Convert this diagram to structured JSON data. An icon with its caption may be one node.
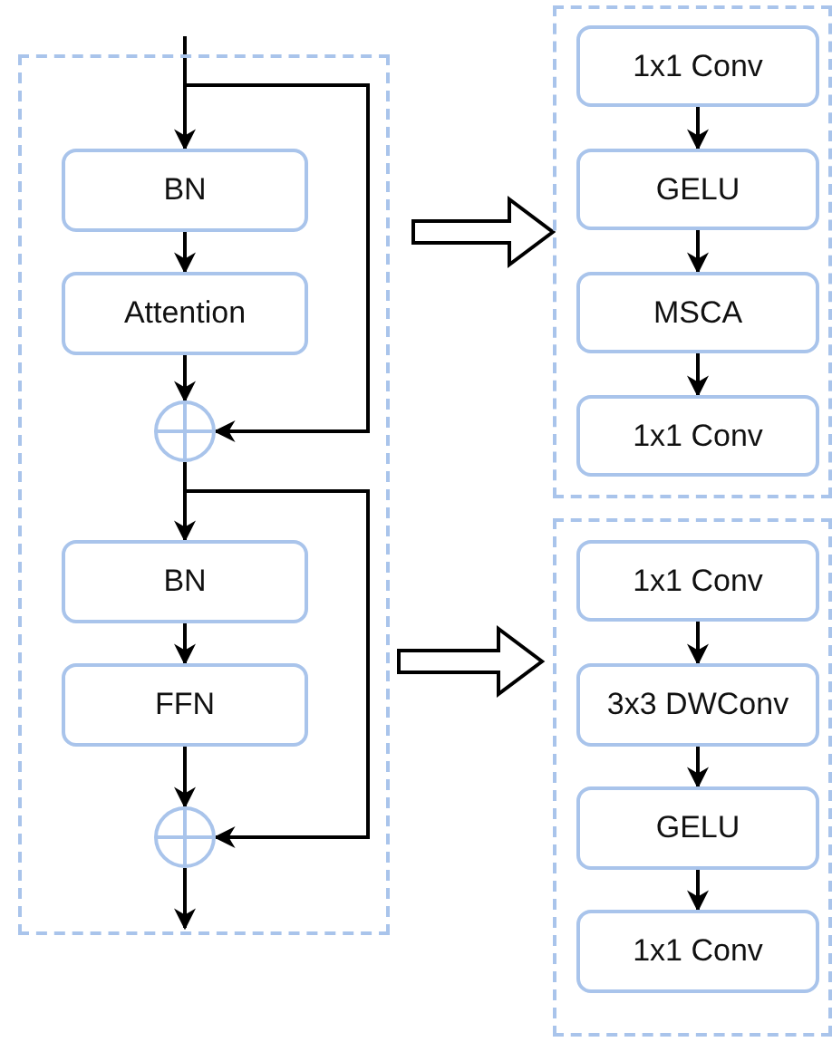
{
  "diagram": {
    "nodes": [
      {
        "text": [],
        "shape": "box"
      },
      {
        "text": [
          "BN"
        ],
        "in": 0
      },
      {
        "text": [
          "Attention"
        ],
        "in": 0
      },
      {
        "text": [],
        "shape": "circle",
        "in": 0
      },
      {
        "text": [
          "BN"
        ],
        "in": 0
      },
      {
        "text": [
          "FFN"
        ],
        "in": 0
      },
      {
        "text": [],
        "shape": "circle",
        "in": 0
      },
      {
        "text": [],
        "shape": "box"
      },
      {
        "text": [
          "1x1 Conv"
        ],
        "in": 7
      },
      {
        "text": [
          "GELU"
        ],
        "in": 7
      },
      {
        "text": [
          "MSCA"
        ],
        "in": 7
      },
      {
        "text": [
          "1x1 Conv"
        ],
        "in": 7
      },
      {
        "text": [],
        "shape": "box"
      },
      {
        "text": [
          "1x1 Conv"
        ],
        "in": 12
      },
      {
        "text": [
          "3x3 DWConv"
        ],
        "in": 12
      },
      {
        "text": [
          "GELU"
        ],
        "in": 12
      },
      {
        "text": [
          "1x1 Conv"
        ],
        "in": 12
      }
    ],
    "edges": [
      {
        "from": null,
        "to": 1,
        "arrow": "to"
      },
      {
        "from": 1,
        "to": 2,
        "arrow": "to"
      },
      {
        "from": 2,
        "to": 3,
        "arrow": "to"
      },
      {
        "from": null,
        "to": 3,
        "arrow": "to"
      },
      {
        "from": 3,
        "to": 4,
        "arrow": "to"
      },
      {
        "from": 3,
        "to": 6,
        "arrow": "to"
      },
      {
        "from": 4,
        "to": 5,
        "arrow": "to"
      },
      {
        "from": 5,
        "to": 6,
        "arrow": "to"
      },
      {
        "from": 6,
        "to": null,
        "arrow": "to"
      },
      {
        "from": null,
        "to": 7,
        "arrow": "to",
        "style": "thick"
      },
      {
        "from": null,
        "to": 12,
        "arrow": "to",
        "style": "thick"
      },
      {
        "from": 8,
        "to": 9,
        "arrow": "to"
      },
      {
        "from": 9,
        "to": 10,
        "arrow": "to"
      },
      {
        "from": 10,
        "to": 11,
        "arrow": "to"
      },
      {
        "from": 13,
        "to": 14,
        "arrow": "to"
      },
      {
        "from": 14,
        "to": 15,
        "arrow": "to"
      },
      {
        "from": 15,
        "to": 16,
        "arrow": "to"
      }
    ]
  }
}
